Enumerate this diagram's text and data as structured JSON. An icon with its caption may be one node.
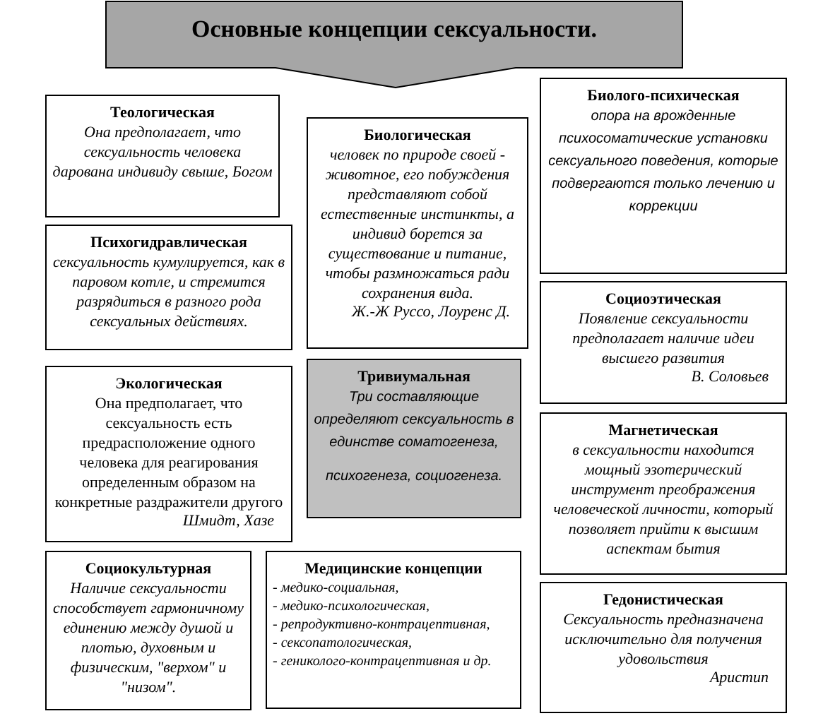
{
  "diagram": {
    "title": "Основные концепции сексуальности.",
    "nodes": [
      {
        "text": [
          "Теологическая",
          "Она предполагает, что сексуальность человека дарована индивиду свыше, Богом"
        ]
      },
      {
        "text": [
          "Психогидравлическая",
          "сексуальность кумулируется, как в паровом котле, и стремится разрядиться в разного рода сексуальных действиях."
        ]
      },
      {
        "text": [
          "Экологическая",
          "Она предполагает, что сексуальность есть предрасположение одного человека для реагирования определенным образом на конкретные раздражители другого",
          "Шмидт, Хазе"
        ]
      },
      {
        "text": [
          "Социокультурная",
          "Наличие сексуальности способствует гармоничному единению между душой и плотью, духовным и физическим, \"верхом\" и \"низом\"."
        ]
      },
      {
        "text": [
          "Биологическая",
          "человек по природе своей - животное, его побуждения представляют собой естественные инстинкты, а индивид борется за существование и питание, чтобы размножаться ради сохранения вида.",
          "Ж.-Ж Руссо, Лоуренс Д."
        ]
      },
      {
        "text": [
          "Тривиумальная",
          "Три составляющие определяют сексуальность в единстве соматогенеза,",
          "психогенеза, социогенеза."
        ]
      },
      {
        "text": [
          "Медицинские концепции",
          "- медико-социальная,",
          "- медико-психологическая,",
          "- репродуктивно-контрацептивная,",
          "- сексопатологическая,",
          "- гениколого-контрацептивная и др."
        ]
      },
      {
        "text": [
          "Биолого-психическая",
          "опора на врожденные психосоматические установки сексуального поведения, которые подвергаются только лечению и коррекции"
        ]
      },
      {
        "text": [
          "Социоэтическая",
          "Появление сексуальности предполагает наличие идеи высшего развития",
          "В. Соловьев"
        ]
      },
      {
        "text": [
          "Магнетическая",
          "в сексуальности находится мощный эзотерический инструмент преображения человеческой личности, который позволяет прийти к высшим аспектам бытия"
        ]
      },
      {
        "text": [
          "Гедонистическая",
          "Сексуальность предназначена исключительно для получения удовольствия",
          "Аристип"
        ]
      }
    ]
  }
}
